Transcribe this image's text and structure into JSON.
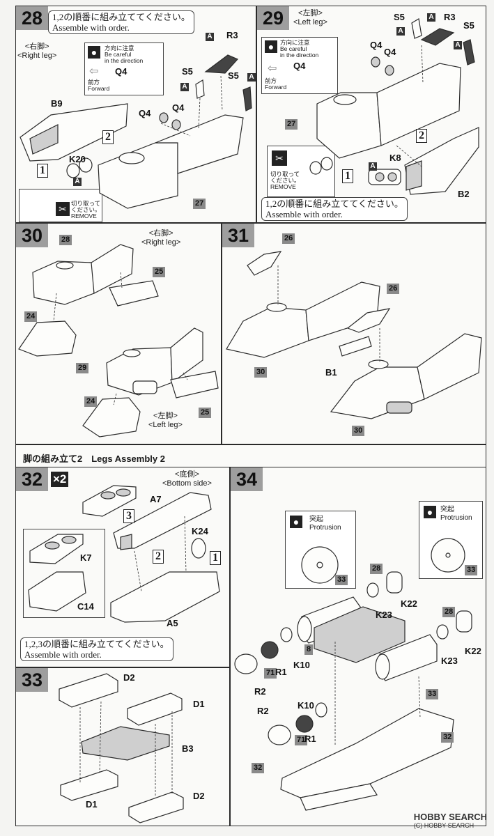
{
  "steps": {
    "s28": {
      "num": "28",
      "note_jp": "1,2の順番に組み立ててください。",
      "note_en": "Assemble with order.",
      "leg_jp": "<右脚>",
      "leg_en": "<Right leg>",
      "direction_jp": "方向に注意",
      "direction_en1": "Be careful",
      "direction_en2": "in the direction",
      "forward_jp": "前方",
      "forward_en": "Forward",
      "remove_jp1": "切り取って",
      "remove_jp2": "ください。",
      "remove_en": "REMOVE",
      "parts": [
        "R3",
        "S5",
        "S5",
        "Q4",
        "Q4",
        "Q4",
        "B9",
        "K20",
        "27"
      ],
      "marks": [
        "A",
        "A",
        "A",
        "A"
      ],
      "seq": [
        "1",
        "2"
      ]
    },
    "s29": {
      "num": "29",
      "note_jp": "1,2の順番に組み立ててください。",
      "note_en": "Assemble with order.",
      "leg_jp": "<左脚>",
      "leg_en": "<Left leg>",
      "direction_jp": "方向に注意",
      "direction_en1": "Be careful",
      "direction_en2": "in the direction",
      "forward_jp": "前方",
      "forward_en": "Forward",
      "remove_jp1": "切り取って",
      "remove_jp2": "ください。",
      "remove_en": "REMOVE",
      "parts": [
        "S5",
        "R3",
        "S5",
        "Q4",
        "Q4",
        "Q4",
        "K8",
        "B2",
        "27"
      ],
      "marks": [
        "A",
        "A",
        "A",
        "A"
      ],
      "seq": [
        "1",
        "2"
      ]
    },
    "s30": {
      "num": "30",
      "right_leg_jp": "<右脚>",
      "right_leg_en": "<Right leg>",
      "left_leg_jp": "<左脚>",
      "left_leg_en": "<Left leg>",
      "parts": [
        "28",
        "25",
        "24",
        "29",
        "25",
        "24"
      ]
    },
    "s31": {
      "num": "31",
      "parts": [
        "26",
        "26",
        "30",
        "B1",
        "30"
      ]
    },
    "section": "脚の組み立て2　Legs Assembly 2",
    "s32": {
      "num": "32",
      "multiplier": "×2",
      "bottom_jp": "<底側>",
      "bottom_en": "<Bottom side>",
      "parts": [
        "A7",
        "K24",
        "K7",
        "C14",
        "A5"
      ],
      "seq": [
        "3",
        "2",
        "1"
      ],
      "note_jp": "1,2,3の順番に組み立ててください。",
      "note_en": "Assemble with order."
    },
    "s33": {
      "num": "33",
      "parts": [
        "D2",
        "D1",
        "B3",
        "D1",
        "D2"
      ]
    },
    "s34": {
      "num": "34",
      "protrusion_jp": "突起",
      "protrusion_en": "Protrusion",
      "parts": [
        "33",
        "28",
        "K22",
        "K23",
        "8",
        "K10",
        "71",
        "R1",
        "R2",
        "33",
        "28",
        "K22",
        "K23",
        "K10",
        "R2",
        "71",
        "R1",
        "32",
        "32",
        "33"
      ]
    }
  },
  "watermark": "HOBBY SEARCH",
  "copyright": "(C) HOBBY SEARCH"
}
